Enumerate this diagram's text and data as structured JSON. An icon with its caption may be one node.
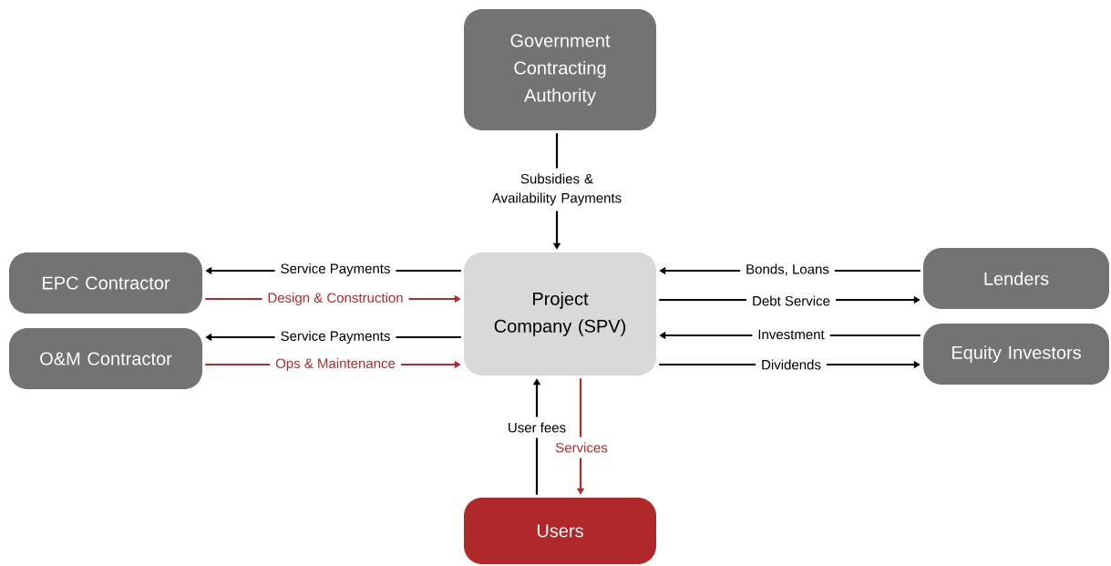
{
  "diagram": {
    "nodes": [
      {
        "text": [
          "Government Contracting Authority"
        ]
      },
      {
        "text": [
          "EPC Contractor"
        ]
      },
      {
        "text": [
          "Project Company (SPV)"
        ]
      },
      {
        "text": [
          "Lenders"
        ]
      },
      {
        "text": [
          "O&M Contractor"
        ]
      },
      {
        "text": [
          "Equity Investors"
        ]
      },
      {
        "text": [
          "Users"
        ]
      }
    ],
    "edges": [
      {
        "from": 0,
        "to": 2,
        "arrow": "to",
        "label": "Subsidies & Availability Payments"
      },
      {
        "from": 2,
        "to": 1,
        "arrow": "to",
        "label": "Service Payments"
      },
      {
        "from": 1,
        "to": 2,
        "arrow": "to",
        "label": "Design & Construction",
        "color": "#b22a2a"
      },
      {
        "from": 2,
        "to": 4,
        "arrow": "to",
        "label": "Service Payments"
      },
      {
        "from": 4,
        "to": 2,
        "arrow": "to",
        "label": "Ops & Maintenance",
        "color": "#b22a2a"
      },
      {
        "from": 3,
        "to": 2,
        "arrow": "to",
        "label": "Bonds, Loans"
      },
      {
        "from": 2,
        "to": 3,
        "arrow": "to",
        "label": "Debt Service"
      },
      {
        "from": 5,
        "to": 2,
        "arrow": "to",
        "label": "Investment"
      },
      {
        "from": 2,
        "to": 5,
        "arrow": "to",
        "label": "Dividends"
      },
      {
        "from": 6,
        "to": 2,
        "arrow": "to",
        "label": "User fees"
      },
      {
        "from": 2,
        "to": 6,
        "arrow": "to",
        "label": "Services",
        "color": "#b22a2a"
      }
    ]
  }
}
